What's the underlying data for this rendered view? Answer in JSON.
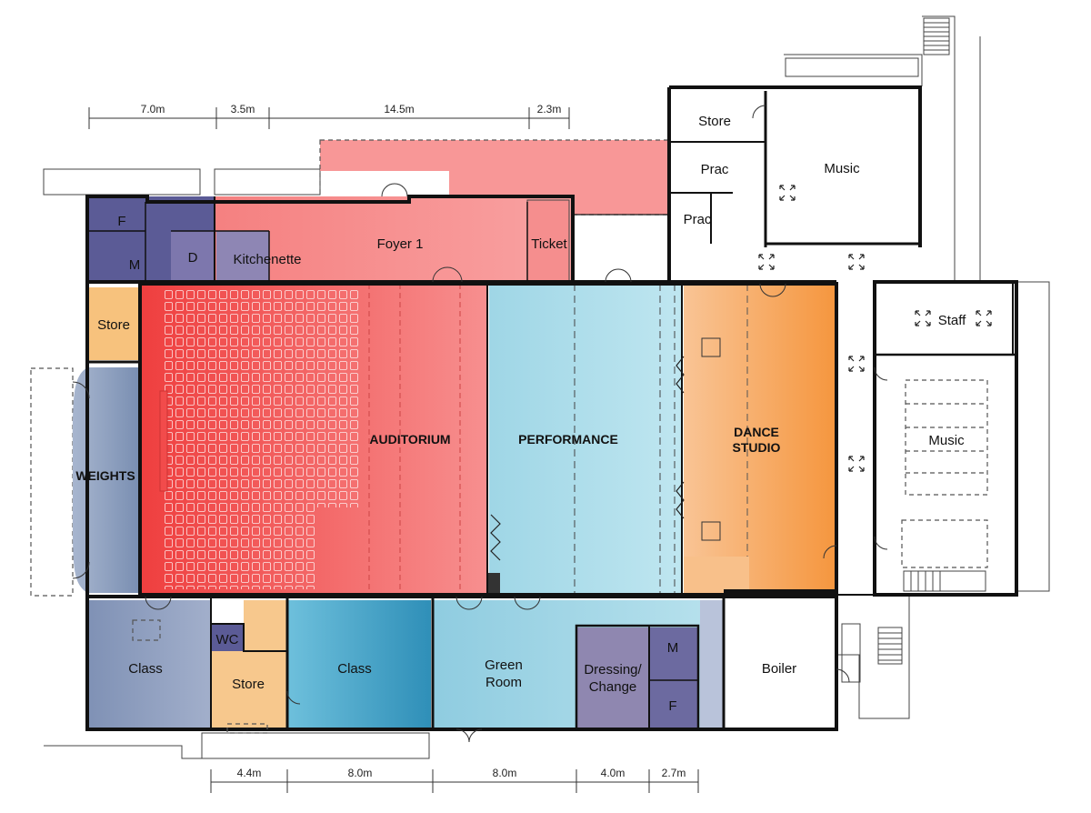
{
  "dimensions_top": [
    "7.0m",
    "3.5m",
    "14.5m",
    "2.3m"
  ],
  "dimensions_bottom": [
    "4.4m",
    "8.0m",
    "8.0m",
    "4.0m",
    "2.7m"
  ],
  "rooms": {
    "foyer": "Foyer 1",
    "ticket": "Ticket",
    "kitchenette": "Kitchenette",
    "f_top": "F",
    "m_top": "M",
    "d": "D",
    "store_top": "Store",
    "prac1": "Prac",
    "prac2": "Prac",
    "music_top": "Music",
    "store_left": "Store",
    "weights": "WEIGHTS",
    "auditorium": "AUDITORIUM",
    "performance": "PERFORMANCE",
    "dance_1": "DANCE",
    "dance_2": "STUDIO",
    "staff": "Staff",
    "music_right": "Music",
    "class_left": "Class",
    "wc": "WC",
    "store_bottom": "Store",
    "class_mid": "Class",
    "green_1": "Green",
    "green_2": "Room",
    "dressing_1": "Dressing/",
    "dressing_2": "Change",
    "m_bottom": "M",
    "f_bottom": "F",
    "boiler": "Boiler"
  },
  "colors": {
    "foyer": "#f78c8c",
    "auditorium": "#f46a6a",
    "performance": "#a9dbe8",
    "dance": "#f7a35c",
    "weights": "#8ea1bf",
    "toilets": "#5b5b96",
    "store": "#f7c27d",
    "class_left": "#8898b8",
    "class_mid": "#4aa6c8",
    "green_room": "#9fd4e4",
    "dressing": "#8f87b0"
  }
}
